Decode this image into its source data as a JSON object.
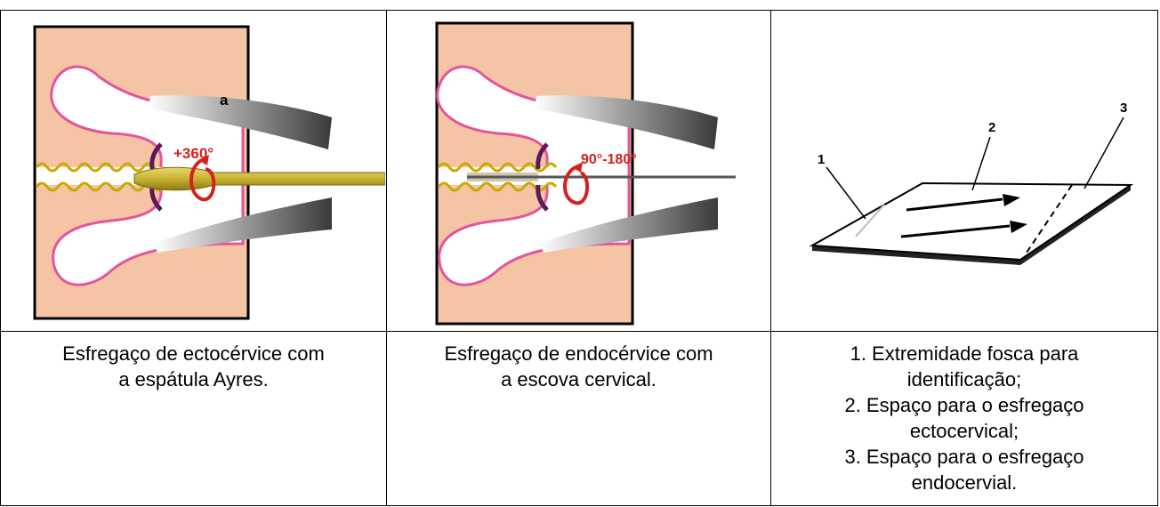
{
  "figures": [
    {
      "angle_label": "+360°",
      "marker_label": "a",
      "caption": "Esfregaço de ectocérvice com a espátula Ayres."
    },
    {
      "angle_label": "90°-180°",
      "caption": "Esfregaço de endocérvice com a escova cervical."
    },
    {
      "labels": [
        "1",
        "2",
        "3"
      ],
      "caption_lines": [
        "1. Extremidade fosca para",
        "identificação;",
        "2. Espaço para o esfregaço",
        "ectocervical;",
        "3. Espaço para o esfregaço",
        "endocervial."
      ]
    }
  ],
  "colors": {
    "tissue": "#f4c4a4",
    "cavity_outline": "#e2559e",
    "spatula": "#c9b230",
    "arrow_red": "#d6201d"
  }
}
